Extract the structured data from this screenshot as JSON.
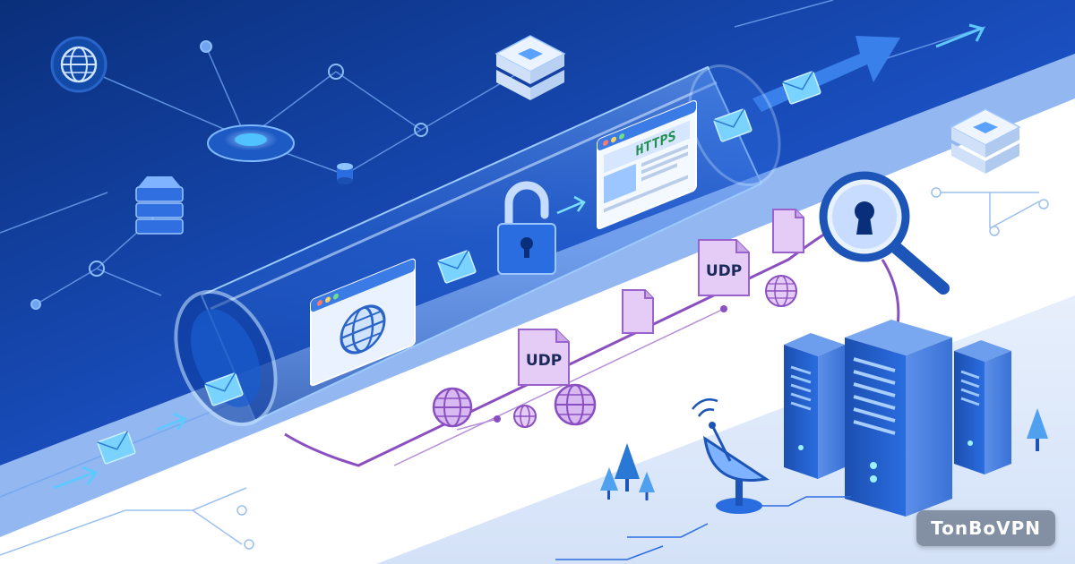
{
  "labels": {
    "https": "HTTPS",
    "udp_upper": "UDP",
    "udp_lower": "UDP"
  },
  "brand": {
    "name": "TonBoVPN"
  },
  "icons": [
    "globe-icon",
    "network-hub-icon",
    "server-stack-icon",
    "database-icon",
    "arrow-icon",
    "envelope-icon",
    "padlock-icon",
    "browser-window-icon",
    "file-icon",
    "magnifier-key-icon",
    "satellite-dish-icon",
    "server-tower-icon",
    "tree-icon"
  ],
  "colors": {
    "tunnel": "#2f6fe0",
    "background_dark": "#0b3d91",
    "udp_path": "#8a4fc0",
    "https_text": "#1f8f4d",
    "server": "#1c54b8"
  }
}
